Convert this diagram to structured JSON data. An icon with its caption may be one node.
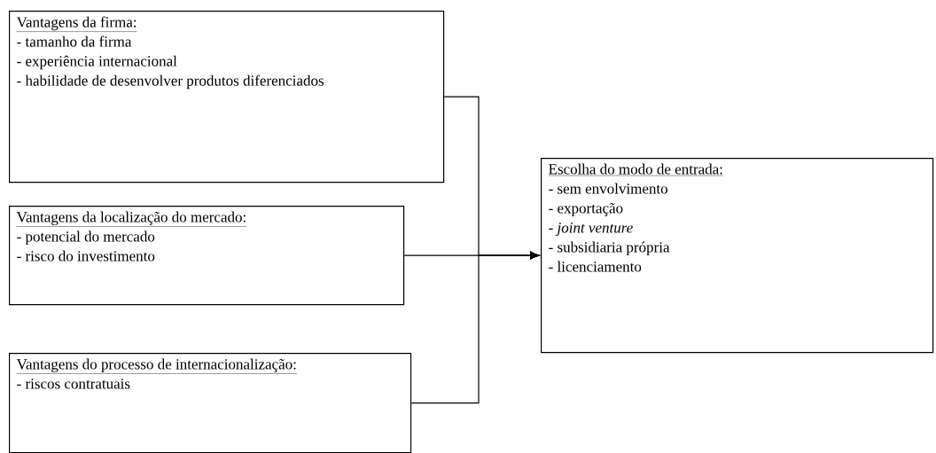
{
  "diagram": {
    "nodes": [
      {
        "text": [
          "Vantagens da firma:",
          "- tamanho da firma",
          "- experiência internacional",
          "- habilidade de desenvolver produtos diferenciados"
        ]
      },
      {
        "text": [
          "Vantagens da localização do mercado:",
          "- potencial do mercado",
          "- risco do investimento"
        ]
      },
      {
        "text": [
          "Vantagens do processo de internacionalização:",
          "- riscos contratuais"
        ]
      },
      {
        "text": [
          "Escolha do modo de entrada:",
          "- sem envolvimento",
          "- exportação",
          "- *joint venture*",
          "- subsidiaria própria",
          "- licenciamento"
        ]
      }
    ],
    "edges": [
      {
        "from": 0,
        "to": 3,
        "arrow": "to"
      },
      {
        "from": 1,
        "to": 3,
        "arrow": "to"
      },
      {
        "from": 2,
        "to": 3,
        "arrow": "to"
      }
    ]
  }
}
